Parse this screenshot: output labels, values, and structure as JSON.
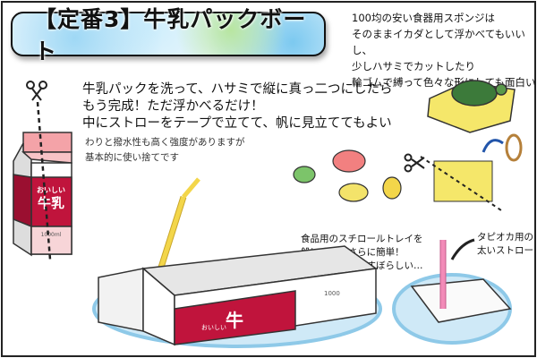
{
  "title": "【定番3】牛乳パックボート",
  "sponge_note": "100均の安い食器用スポンジは\nそのままイカダとして浮かべてもいいし、\n少しハサミでカットしたり\n輪ゴムで縛って色々な形にしても面白い",
  "main_text": "牛乳パックを洗って、ハサミで縦に真っ二つにしたら\nもう完成！ただ浮かべるだけ！\n中にストローをテープで立てて、帆に見立ててもよい",
  "sub_text": "わりと撥水性も高く強度がありますが\n基本的に使い捨てです",
  "tray_note": "食品用のスチロールトレイを\n船にするとさらに簡単！\n見た目は相当みすぼらしい…",
  "straw_note": "タピオカ用の\n太いストロー",
  "carton": {
    "label_small": "おいしい",
    "label_big": "牛乳",
    "volume": "1000ml"
  },
  "boat": {
    "label_small": "おいしい",
    "label_big": "牛",
    "volume": "1000"
  },
  "colors": {
    "carton_red": "#c0143c",
    "water": "#8ec9e8",
    "straw_yellow": "#f3d64a",
    "straw_pink": "#f28bb8",
    "sponge": "#f5e76a",
    "turtle": "#3c7a3a"
  }
}
